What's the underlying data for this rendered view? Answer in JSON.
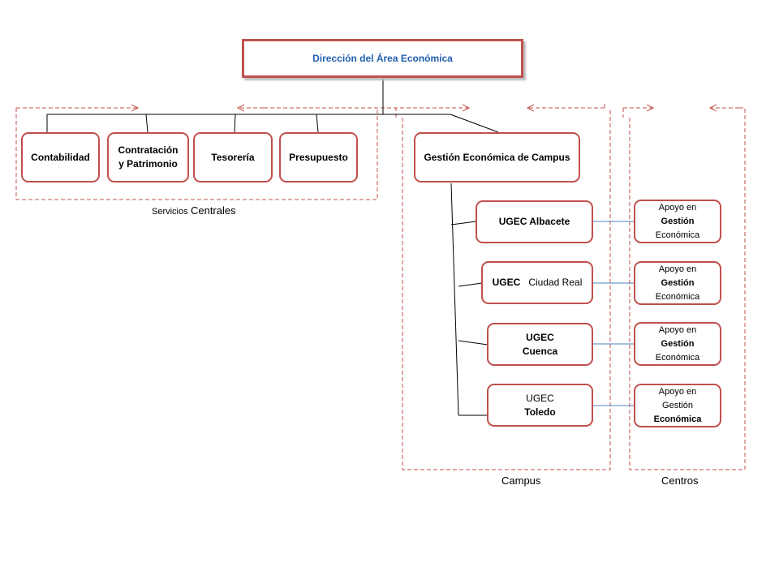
{
  "title": "Dirección del Área Económica",
  "servicios": {
    "contabilidad": "Contabilidad",
    "contratacion_line1": "Contratación",
    "contratacion_line2": "y Patrimonio",
    "tesoreria": "Tesorería",
    "presupuesto": "Presupuesto"
  },
  "gestion_campus": "Gestión Económica de Campus",
  "ugec": {
    "albacete": "UGEC Albacete",
    "ciudad_real_a": "UGEC",
    "ciudad_real_b": "Ciudad Real",
    "cuenca_a": "UGEC",
    "cuenca_b": "Cuenca",
    "toledo_a": "UGEC",
    "toledo_b": "Toledo"
  },
  "apoyo": {
    "line1": "Apoyo en",
    "line2": "Gestión",
    "line3": "Económica"
  },
  "labels": {
    "servicios_a": "Servicios",
    "servicios_b": "Centrales",
    "campus": "Campus",
    "centros": "Centros"
  },
  "colors": {
    "box_border": "#c0504d",
    "title_text": "#1f5fb0",
    "connector_line": "#000000",
    "apoyo_link": "#4f81bd"
  }
}
